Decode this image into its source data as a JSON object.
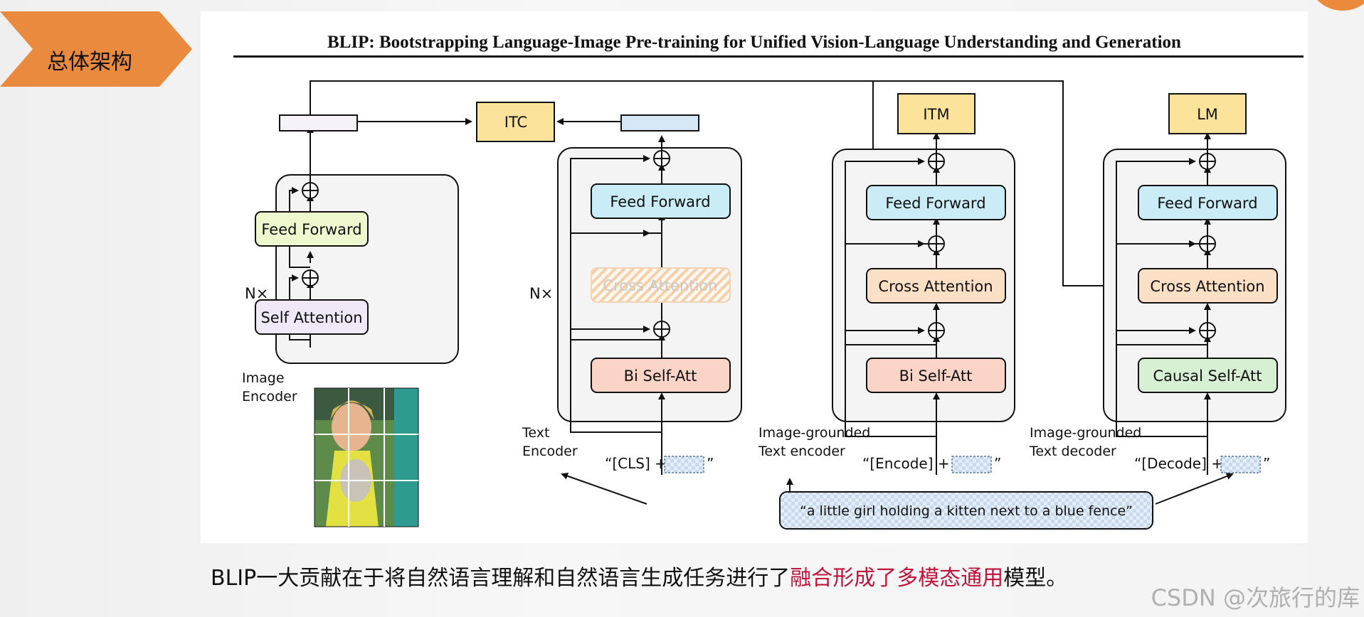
{
  "section_badge": {
    "label": "总体架构",
    "color": "#e98a3f"
  },
  "figure": {
    "title": "BLIP: Bootstrapping Language-Image Pre-training for Unified Vision-Language Understanding and Generation",
    "repeat_label": "N×",
    "objectives": {
      "itc": "ITC",
      "itm": "ITM",
      "lm": "LM"
    },
    "image_encoder": {
      "name": "Image Encoder",
      "feed_forward": "Feed Forward",
      "self_attention": "Self Attention"
    },
    "text_encoder": {
      "name": "Text Encoder",
      "feed_forward": "Feed Forward",
      "cross_attention_disabled": "Cross Attention",
      "self_att": "Bi Self-Att",
      "input_prefix": "“[CLS] +",
      "input_suffix": "”"
    },
    "grounded_encoder": {
      "name": "Image-grounded Text encoder",
      "feed_forward": "Feed Forward",
      "cross_attention": "Cross Attention",
      "self_att": "Bi Self-Att",
      "input_prefix": "“[Encode] +",
      "input_suffix": "”"
    },
    "grounded_decoder": {
      "name": "Image-grounded Text decoder",
      "feed_forward": "Feed Forward",
      "cross_attention": "Cross Attention",
      "self_att": "Causal Self-Att",
      "input_prefix": "“[Decode] +",
      "input_suffix": "”"
    },
    "caption_text": "“a little girl holding a kitten next to a blue fence”"
  },
  "caption": {
    "part1": "BLIP一大贡献在于将自然语言理解和自然语言生成任务进行了",
    "highlight": "融合形成了多模态通用",
    "part2": "模型。",
    "highlight_color": "#c0143c"
  },
  "watermark": "CSDN @次旅行的库",
  "colors": {
    "ffn_image": "#eef8cf",
    "ffn_text": "#c9ecf6",
    "self_attention": "#f0e8f6",
    "bi_self_att": "#fad4c6",
    "cross_attention": "#fbe0c6",
    "causal_self_att": "#d7f0d4",
    "objective": "#fbe39c"
  }
}
